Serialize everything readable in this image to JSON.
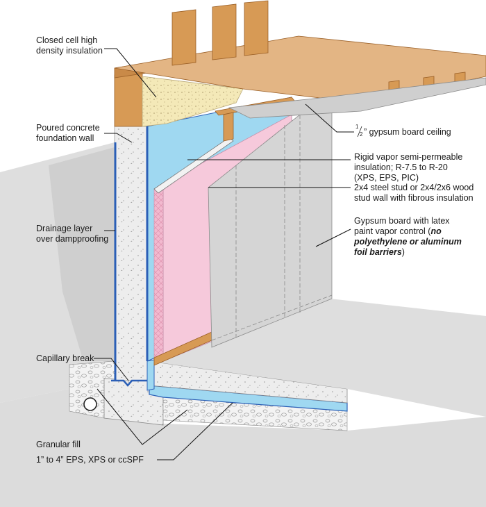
{
  "labels": {
    "closed_cell_line1": "Closed cell high",
    "closed_cell_line2": "density insulation",
    "poured_concrete_line1": "Poured concrete",
    "poured_concrete_line2": "foundation wall",
    "drainage_line1": "Drainage layer",
    "drainage_line2": "over dampproofing",
    "capillary_break": "Capillary break",
    "granular_fill": "Granular fill",
    "eps_layer": "1” to 4” EPS, XPS or ccSPF",
    "ceiling_fraction_num": "1",
    "ceiling_fraction_den": "2",
    "ceiling_text": "” gypsum board ceiling",
    "rigid_line1": "Rigid vapor semi-permeable",
    "rigid_line2": "insulation; R-7.5 to R-20",
    "rigid_line3": "(XPS, EPS, PIC)",
    "stud_line1": "2x4 steel stud or 2x4/2x6 wood",
    "stud_line2": "stud wall with fibrous insulation",
    "gyp_line1": "Gypsum board with latex",
    "gyp_line2_a": "paint vapor control (",
    "gyp_line2_b": "no",
    "gyp_line3": "polyethylene or aluminum",
    "gyp_line4_a": "foil barriers",
    "gyp_line4_b": ")"
  },
  "colors": {
    "wood": "#d79a55",
    "wood_dark": "#9a5f26",
    "subfloor": "#e3b584",
    "spray_foam": "#f3e8b6",
    "rigid_insulation": "#9fd8f1",
    "fibrous_insulation": "#f6c9db",
    "drainage_layer": "#2b5fb6",
    "gypsum": "#d7d7d7",
    "concrete": "#ececec",
    "earth": "#dcdcdc",
    "gravel": "#f2f2f2"
  }
}
